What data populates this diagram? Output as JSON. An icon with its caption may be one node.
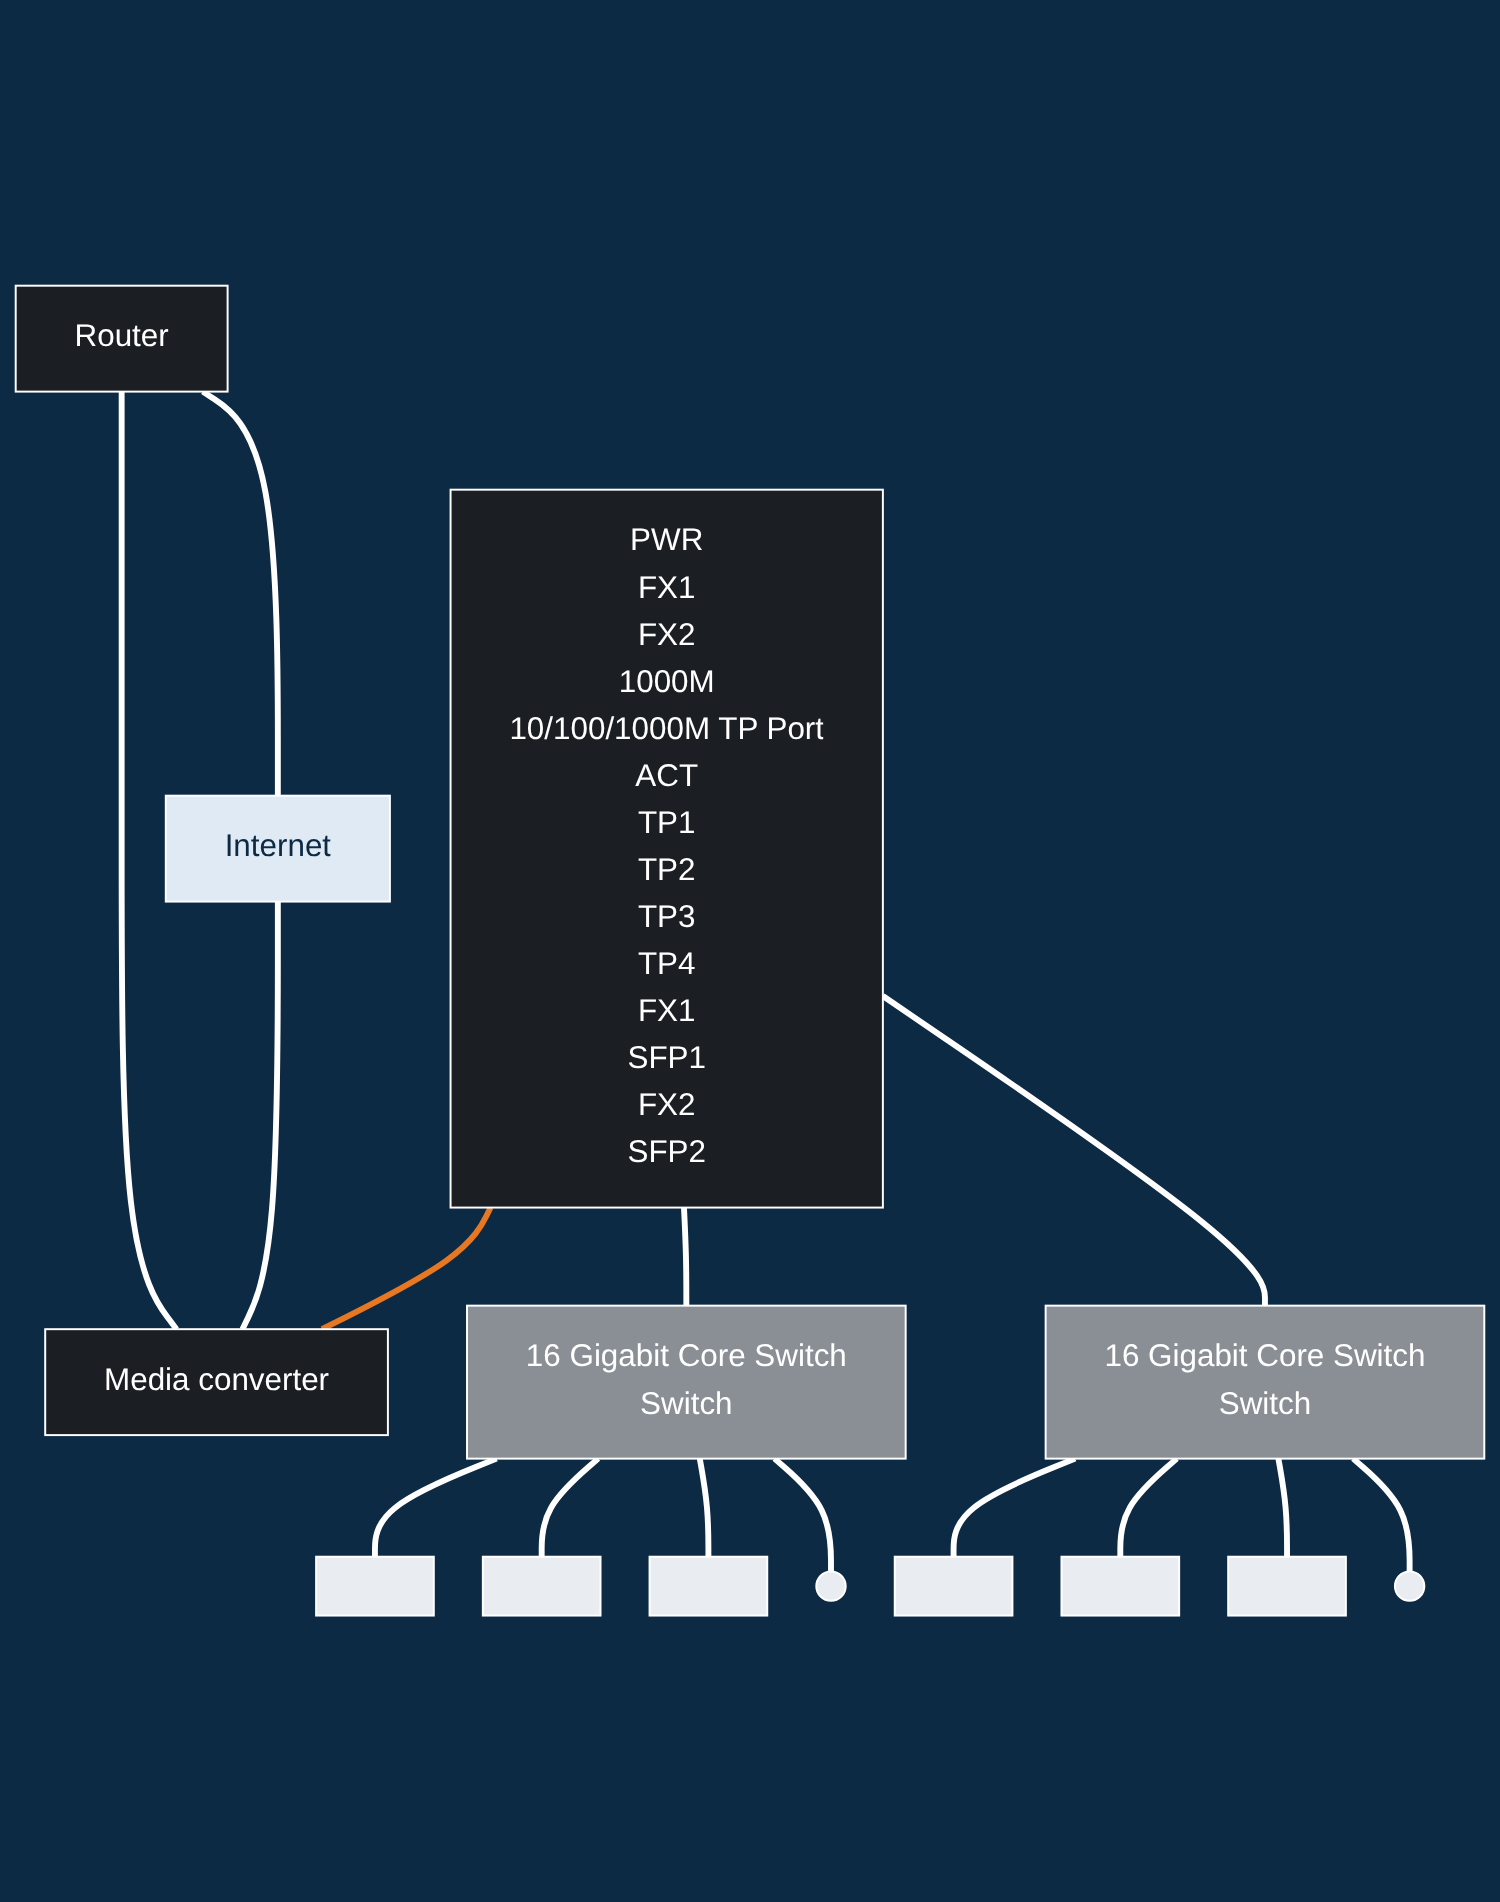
{
  "diagram": {
    "nodes": [
      {
        "text": [
          "Router"
        ]
      },
      {
        "text": [
          "Internet"
        ]
      },
      {
        "text": [
          "PWR",
          "FX1",
          "FX2",
          "1000M",
          "10/100/1000M TP Port",
          "ACT",
          "TP1",
          "TP2",
          "TP3",
          "TP4",
          "FX1",
          "SFP1",
          "FX2",
          "SFP2"
        ]
      },
      {
        "text": [
          "Media converter"
        ]
      },
      {
        "text": [
          "16 Gigabit Core Switch",
          "Switch"
        ]
      },
      {
        "text": [
          "16 Gigabit Core Switch",
          "Switch"
        ]
      },
      {
        "text": [],
        "shape": "box"
      },
      {
        "text": [],
        "shape": "box"
      },
      {
        "text": [],
        "shape": "box"
      },
      {
        "text": [],
        "shape": "circle"
      },
      {
        "text": [],
        "shape": "box"
      },
      {
        "text": [],
        "shape": "box"
      },
      {
        "text": [],
        "shape": "box"
      },
      {
        "text": [],
        "shape": "circle"
      }
    ],
    "edges": [
      {
        "from": 0,
        "to": 1,
        "arrow": "none"
      },
      {
        "from": 0,
        "to": 3,
        "arrow": "none"
      },
      {
        "from": 1,
        "to": 3,
        "arrow": "none"
      },
      {
        "from": 2,
        "to": 3,
        "arrow": "none",
        "color": "#e87722"
      },
      {
        "from": 2,
        "to": 4,
        "arrow": "none"
      },
      {
        "from": 2,
        "to": 5,
        "arrow": "none"
      },
      {
        "from": 4,
        "to": 6,
        "arrow": "none"
      },
      {
        "from": 4,
        "to": 7,
        "arrow": "none"
      },
      {
        "from": 4,
        "to": 8,
        "arrow": "none"
      },
      {
        "from": 4,
        "to": 9,
        "arrow": "none"
      },
      {
        "from": 5,
        "to": 10,
        "arrow": "none"
      },
      {
        "from": 5,
        "to": 11,
        "arrow": "none"
      },
      {
        "from": 5,
        "to": 12,
        "arrow": "none"
      },
      {
        "from": 5,
        "to": 13,
        "arrow": "none"
      }
    ]
  }
}
